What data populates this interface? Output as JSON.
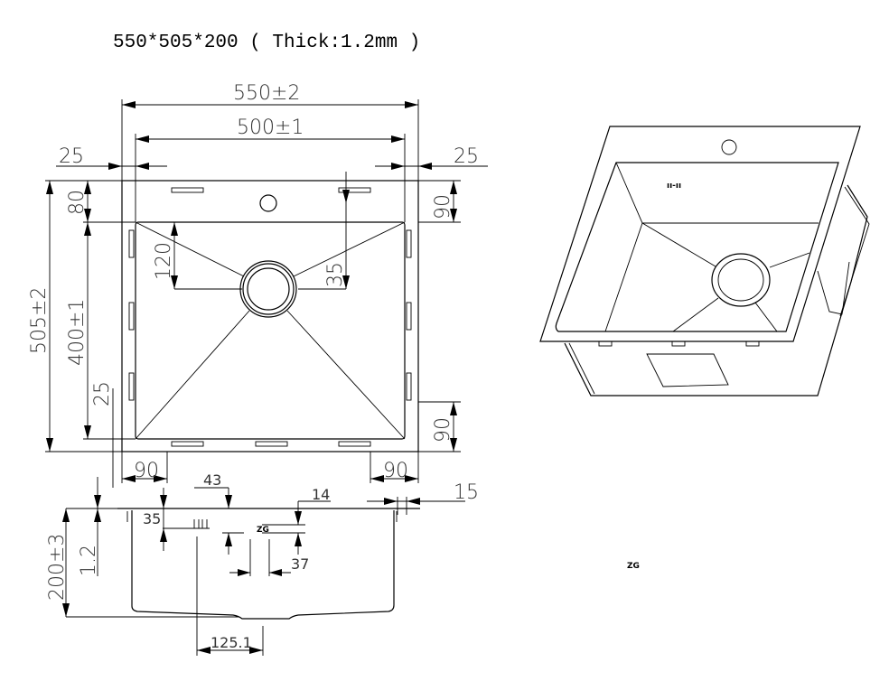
{
  "title": "550*505*200 ( Thick:1.2mm )",
  "top_view": {
    "overall_width": "550±2",
    "bowl_width": "500±1",
    "left_margin": "25",
    "right_margin": "25",
    "overall_depth": "505±2",
    "bowl_depth": "400±1",
    "back_margin": "80",
    "front_margin": "25",
    "drain_offset": "120",
    "tap_offset": "35",
    "right_back": "90",
    "right_front": "90",
    "bottom_left": "90",
    "bottom_right": "90"
  },
  "side_view": {
    "height": "200±3",
    "thickness": "1.2",
    "dim_43": "43",
    "dim_14": "14",
    "dim_15": "15",
    "dim_35": "35",
    "dim_37": "37",
    "dim_125": "125.1"
  },
  "logo_text": "ZG"
}
